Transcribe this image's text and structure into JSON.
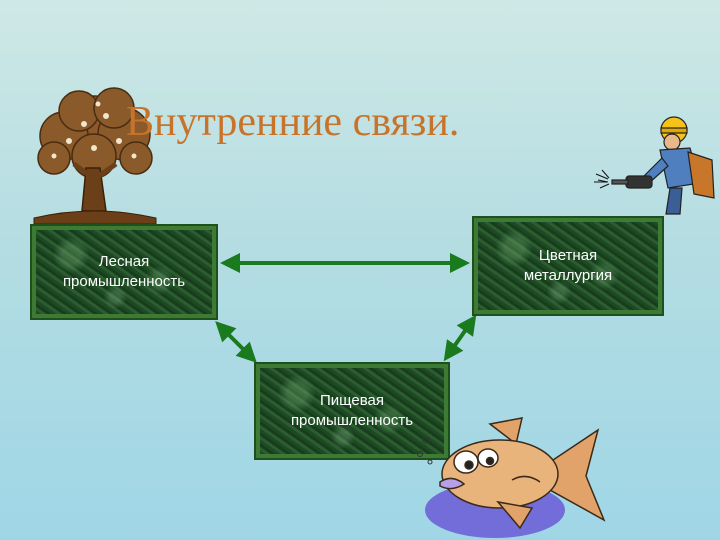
{
  "slide": {
    "title": "Внутренние связи.",
    "nodes": {
      "forest": "Лесная\nпромышленность",
      "metallurgy": "Цветная\nметаллургия",
      "food": "Пищевая\nпромышленность"
    },
    "colors": {
      "title": "#c8732a",
      "box_border": "#3d7a34",
      "arrow": "#1a7a1e"
    }
  }
}
